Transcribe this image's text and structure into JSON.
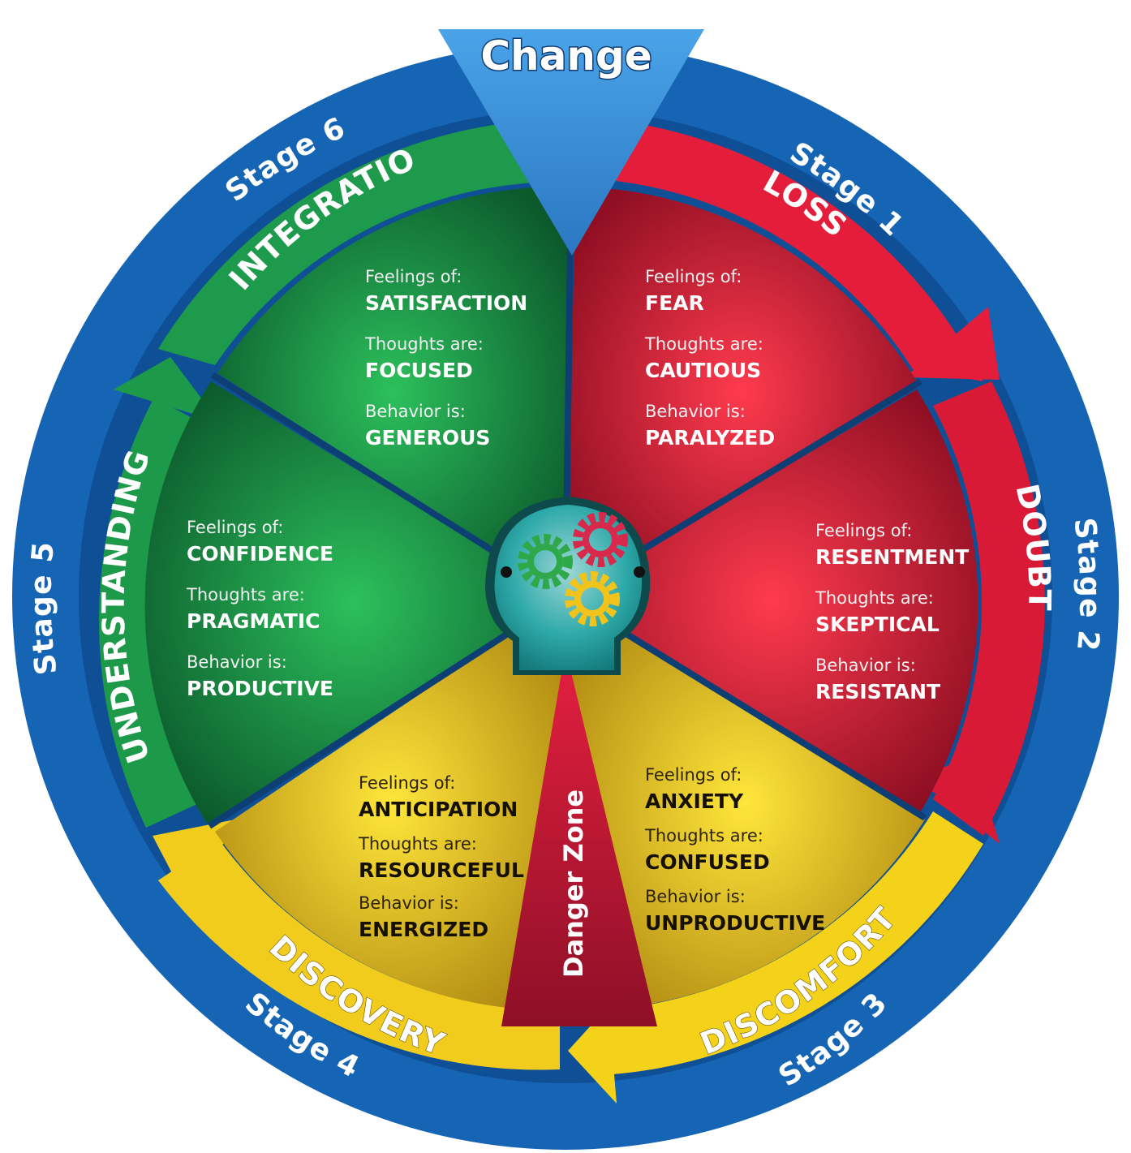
{
  "title": "Change",
  "danger_zone": "Danger Zone",
  "stages": [
    {
      "stage": "Stage 1",
      "name": "LOSS",
      "color": "#e41d3b",
      "feelings_label": "Feelings of:",
      "feelings": "FEAR",
      "thoughts_label": "Thoughts are:",
      "thoughts": "CAUTIOUS",
      "behavior_label": "Behavior is:",
      "behavior": "PARALYZED"
    },
    {
      "stage": "Stage 2",
      "name": "DOUBT",
      "color": "#d81a36",
      "feelings_label": "Feelings of:",
      "feelings": "RESENTMENT",
      "thoughts_label": "Thoughts are:",
      "thoughts": "SKEPTICAL",
      "behavior_label": "Behavior is:",
      "behavior": "RESISTANT"
    },
    {
      "stage": "Stage 3",
      "name": "DISCOMFORT",
      "color": "#f5d21a",
      "feelings_label": "Feelings of:",
      "feelings": "ANXIETY",
      "thoughts_label": "Thoughts are:",
      "thoughts": "CONFUSED",
      "behavior_label": "Behavior is:",
      "behavior": "UNPRODUCTIVE"
    },
    {
      "stage": "Stage 4",
      "name": "DISCOVERY",
      "color": "#f2cc1c",
      "feelings_label": "Feelings of:",
      "feelings": "ANTICIPATION",
      "thoughts_label": "Thoughts are:",
      "thoughts": "RESOURCEFUL",
      "behavior_label": "Behavior is:",
      "behavior": "ENERGIZED"
    },
    {
      "stage": "Stage 5",
      "name": "UNDERSTANDING",
      "color": "#1c9a4a",
      "feelings_label": "Feelings of:",
      "feelings": "CONFIDENCE",
      "thoughts_label": "Thoughts are:",
      "thoughts": "PRAGMATIC",
      "behavior_label": "Behavior is:",
      "behavior": "PRODUCTIVE"
    },
    {
      "stage": "Stage 6",
      "name": "INTEGRATION",
      "color": "#1e9a4c",
      "feelings_label": "Feelings of:",
      "feelings": "SATISFACTION",
      "thoughts_label": "Thoughts are:",
      "thoughts": "FOCUSED",
      "behavior_label": "Behavior is:",
      "behavior": "GENEROUS"
    }
  ],
  "colors": {
    "outer_ring": "#1565b4",
    "title_wedge": "#3a8fd6",
    "danger_zone": "#c8183a",
    "head": "#20a7a8",
    "gears": [
      "#2fa84a",
      "#d8284c",
      "#f2c31a"
    ]
  },
  "icon": "head-with-gears-icon"
}
